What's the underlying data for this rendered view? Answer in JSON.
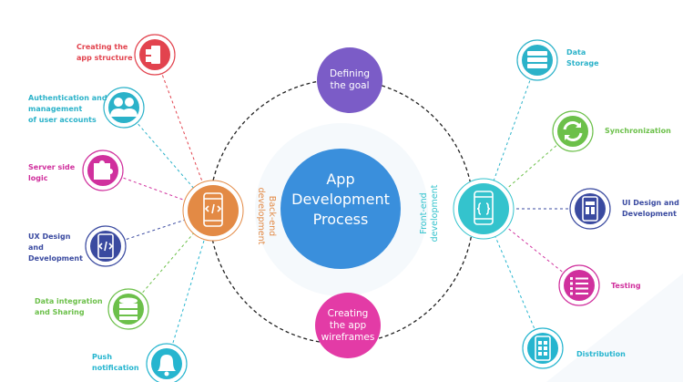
{
  "center": {
    "title": "App\nDevelopment\nProcess",
    "color": "#3a8fdc"
  },
  "top_node": {
    "label": "Defining\nthe goal",
    "color": "#7b5cc7"
  },
  "bottom_node": {
    "label": "Creating\nthe app\nwireframes",
    "color": "#e33ba6"
  },
  "backend": {
    "label": "Back-end\ndevelopment",
    "color": "#e38a45",
    "icon": "phone-code-icon"
  },
  "frontend": {
    "label": "Front-end\ndevelopment",
    "color": "#34c3cd",
    "icon": "phone-braces-icon"
  },
  "left_items": [
    {
      "label": "Creating the\napp structure",
      "color": "#e2434e",
      "icon": "structure-icon"
    },
    {
      "label": "Authentication and\nmanagement\nof user accounts",
      "color": "#2bb2c9",
      "icon": "users-icon"
    },
    {
      "label": "Server side\nlogic",
      "color": "#d0309d",
      "icon": "puzzle-icon"
    },
    {
      "label": "UX Design\nand\nDevelopment",
      "color": "#3a4aa0",
      "icon": "phone-code-icon"
    },
    {
      "label": "Data integration\nand Sharing",
      "color": "#6cc04a",
      "icon": "database-icon"
    },
    {
      "label": "Push\nnotification",
      "color": "#26b5cf",
      "icon": "bell-icon"
    }
  ],
  "right_items": [
    {
      "label": "Data\nStorage",
      "color": "#2bb2c9",
      "icon": "storage-icon"
    },
    {
      "label": "Synchronization",
      "color": "#6cc04a",
      "icon": "sync-icon"
    },
    {
      "label": "UI Design and\nDevelopment",
      "color": "#3a4aa0",
      "icon": "ui-phone-icon"
    },
    {
      "label": "Testing",
      "color": "#d0309d",
      "icon": "checklist-icon"
    },
    {
      "label": "Distribution",
      "color": "#26b5cf",
      "icon": "phone-grid-icon"
    }
  ]
}
